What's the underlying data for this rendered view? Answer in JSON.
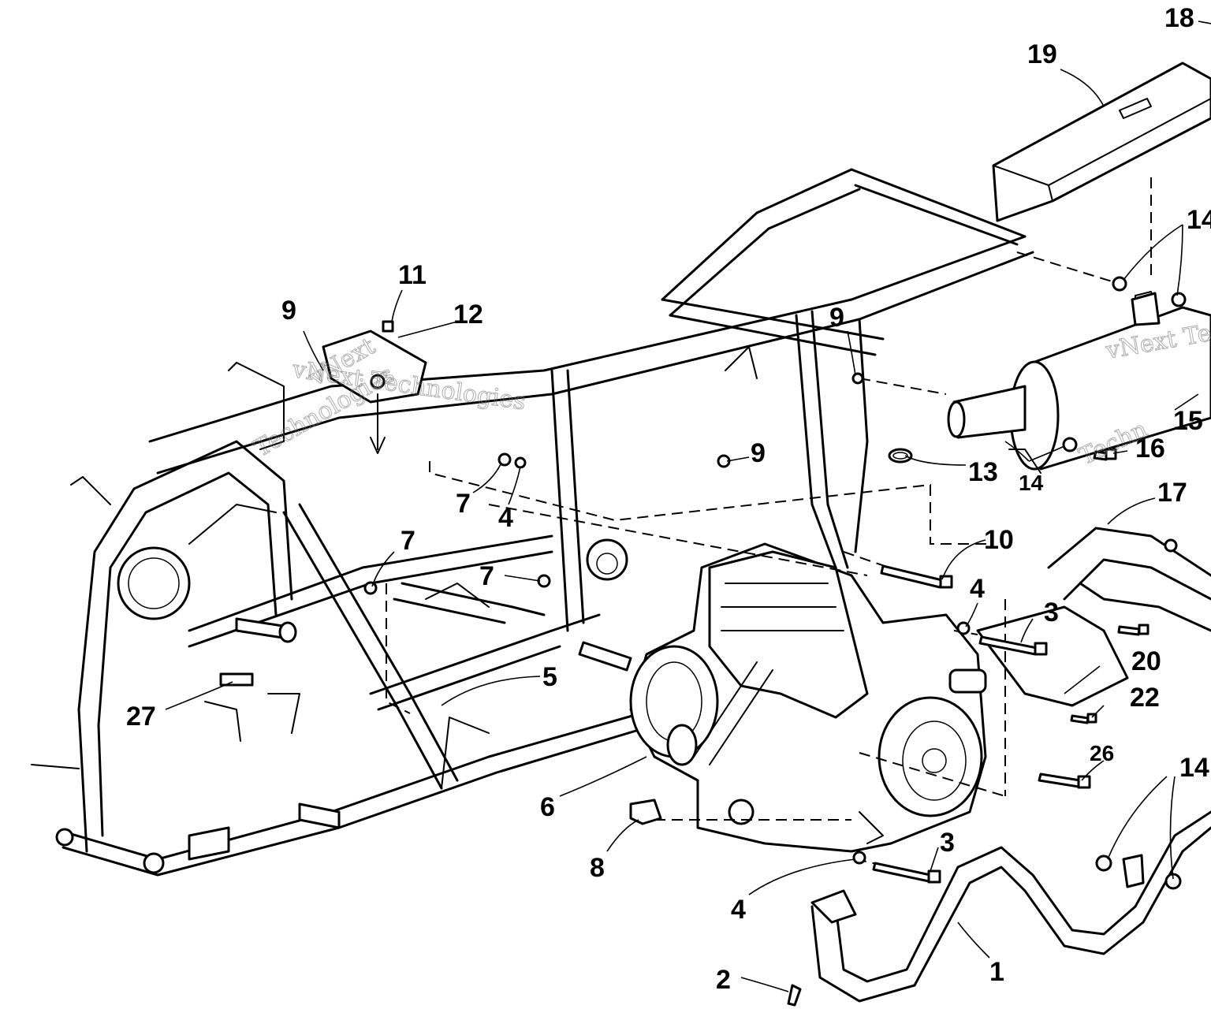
{
  "diagram": {
    "callouts": [
      {
        "id": "c18",
        "text": "18"
      },
      {
        "id": "c19",
        "text": "19"
      },
      {
        "id": "c14a",
        "text": "14"
      },
      {
        "id": "c11",
        "text": "11"
      },
      {
        "id": "c12",
        "text": "12"
      },
      {
        "id": "c9a",
        "text": "9"
      },
      {
        "id": "c9b",
        "text": "9"
      },
      {
        "id": "c9c",
        "text": "9"
      },
      {
        "id": "c15",
        "text": "15"
      },
      {
        "id": "c16",
        "text": "16"
      },
      {
        "id": "c13",
        "text": "13"
      },
      {
        "id": "c14b",
        "text": "14"
      },
      {
        "id": "c17",
        "text": "17"
      },
      {
        "id": "c7a",
        "text": "7"
      },
      {
        "id": "c4a",
        "text": "4"
      },
      {
        "id": "c7b",
        "text": "7"
      },
      {
        "id": "c7c",
        "text": "7"
      },
      {
        "id": "c10",
        "text": "10"
      },
      {
        "id": "c4b",
        "text": "4"
      },
      {
        "id": "c3a",
        "text": "3"
      },
      {
        "id": "c5",
        "text": "5"
      },
      {
        "id": "c20",
        "text": "20"
      },
      {
        "id": "c22",
        "text": "22"
      },
      {
        "id": "c27",
        "text": "27"
      },
      {
        "id": "c26",
        "text": "26"
      },
      {
        "id": "c14c",
        "text": "14"
      },
      {
        "id": "c6",
        "text": "6"
      },
      {
        "id": "c8",
        "text": "8"
      },
      {
        "id": "c3b",
        "text": "3"
      },
      {
        "id": "c4c",
        "text": "4"
      },
      {
        "id": "c2",
        "text": "2"
      },
      {
        "id": "c1",
        "text": "1"
      }
    ],
    "watermarks": [
      {
        "id": "w1",
        "text": "vNext"
      },
      {
        "id": "w2",
        "text": "vNext Technologies"
      },
      {
        "id": "w3",
        "text": "Technologies"
      },
      {
        "id": "w4",
        "text": "vNext Te"
      },
      {
        "id": "w5",
        "text": "Techn"
      }
    ]
  }
}
